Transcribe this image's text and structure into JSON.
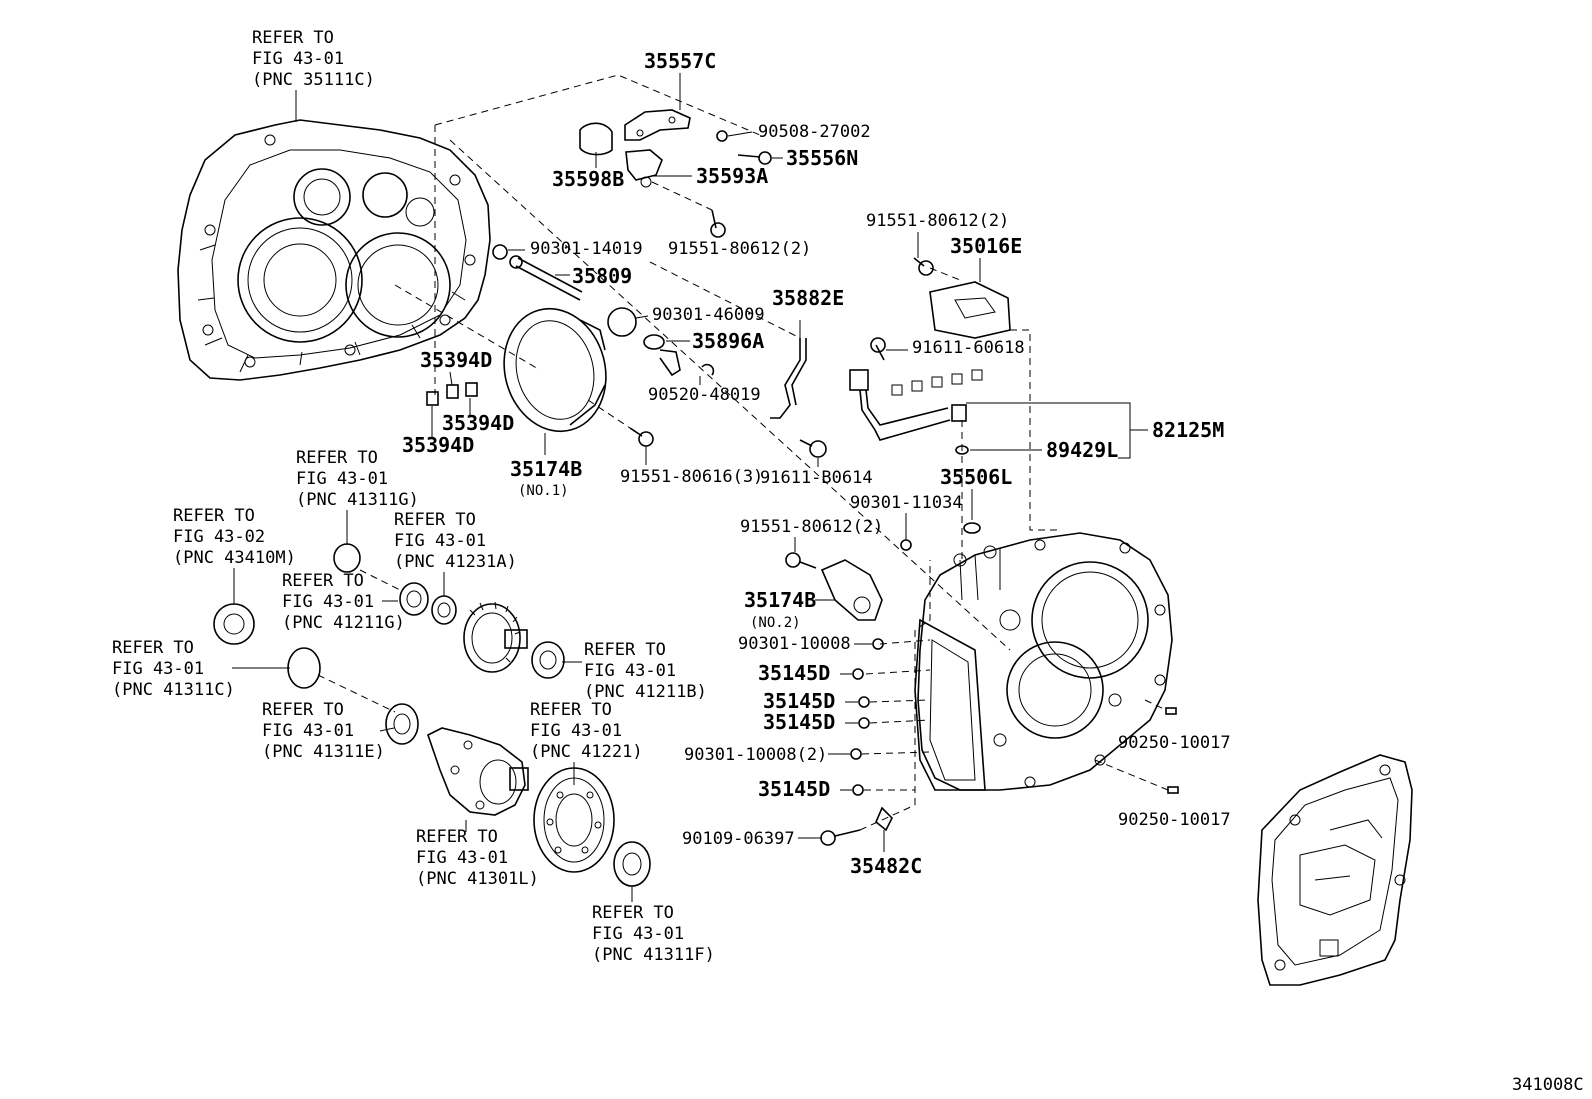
{
  "labels": {
    "ref_35111c": [
      "REFER TO",
      "FIG 43-01",
      "(PNC 35111C)"
    ],
    "p35557c": "35557C",
    "p90508": "90508-27002",
    "p35556n": "35556N",
    "p35598b": "35598B",
    "p35593a": "35593A",
    "p91551_top": "91551-80612(2)",
    "p90301_14019": "90301-14019",
    "p35809": "35809",
    "p90301_46009": "90301-46009",
    "p35896a": "35896A",
    "p90520": "90520-48019",
    "p35882e": "35882E",
    "p35394d_a": "35394D",
    "p35394d_b": "35394D",
    "p35394d_c": "35394D",
    "p35174b_1": "35174B",
    "p35174b_1_sub": "(NO.1)",
    "p91551_80616": "91551-80616(3)",
    "p91611_b0614": "91611-B0614",
    "p91551_right": "91551-80612(2)",
    "p35016e": "35016E",
    "p91611_60618": "91611-60618",
    "p82125m": "82125M",
    "p89429l": "89429L",
    "p35506l": "35506L",
    "p90301_11034": "90301-11034",
    "p91551_mid": "91551-80612(2)",
    "p35174b_2": "35174B",
    "p35174b_2_sub": "(NO.2)",
    "p90301_10008": "90301-10008",
    "p35145d_a": "35145D",
    "p35145d_b": "35145D",
    "p35145d_c": "35145D",
    "p35145d_d": "35145D",
    "p90301_10008_2": "90301-10008(2)",
    "p90109": "90109-06397",
    "p35482c": "35482C",
    "p90250_a": "90250-10017",
    "p90250_b": "90250-10017",
    "ref_41311g": [
      "REFER TO",
      "FIG 43-01",
      "(PNC 41311G)"
    ],
    "ref_43410m": [
      "REFER TO",
      "FIG 43-02",
      "(PNC 43410M)"
    ],
    "ref_41231a": [
      "REFER TO",
      "FIG 43-01",
      "(PNC 41231A)"
    ],
    "ref_41211g": [
      "REFER TO",
      "FIG 43-01",
      "(PNC 41211G)"
    ],
    "ref_41211b": [
      "REFER TO",
      "FIG 43-01",
      "(PNC 41211B)"
    ],
    "ref_41311c": [
      "REFER TO",
      "FIG 43-01",
      "(PNC 41311C)"
    ],
    "ref_41311e": [
      "REFER TO",
      "FIG 43-01",
      "(PNC 41311E)"
    ],
    "ref_41221": [
      "REFER TO",
      "FIG 43-01",
      "(PNC 41221)"
    ],
    "ref_41301l": [
      "REFER TO",
      "FIG 43-01",
      "(PNC 41301L)"
    ],
    "ref_41311f": [
      "REFER TO",
      "FIG 43-01",
      "(PNC 41311F)"
    ],
    "fig_code": "341008C"
  }
}
